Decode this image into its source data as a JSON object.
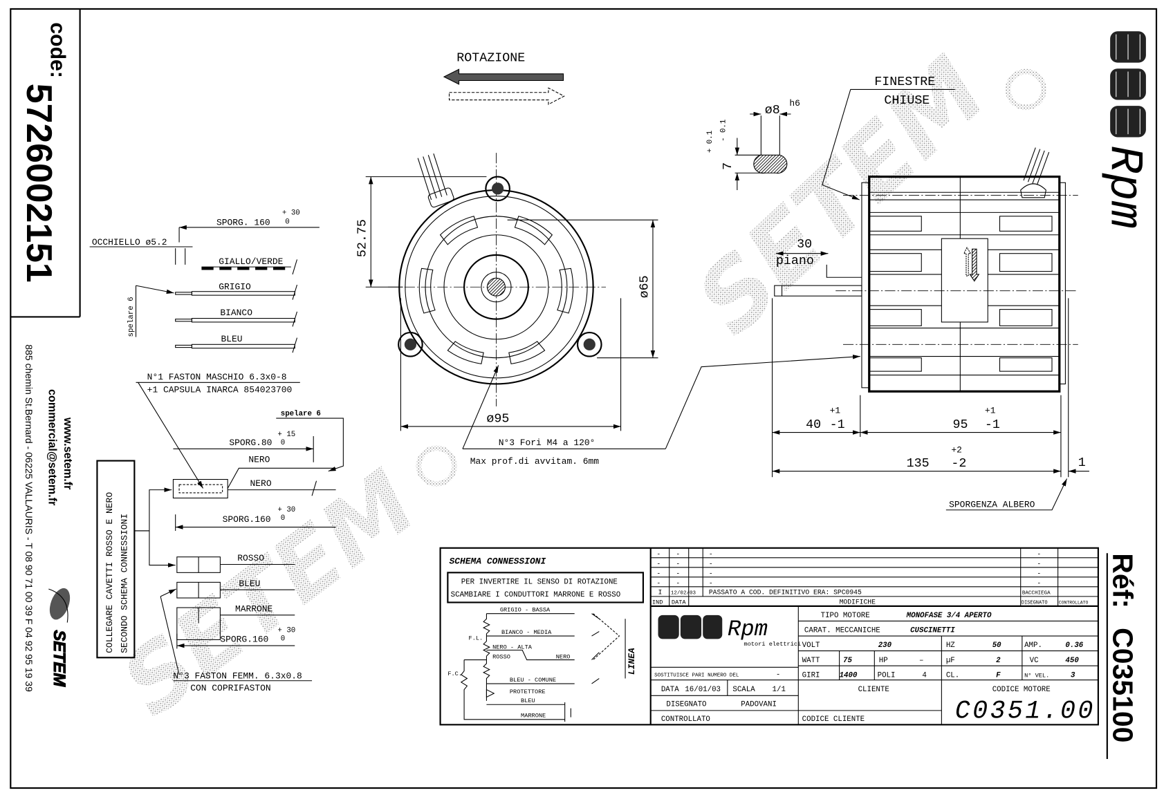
{
  "left_strip": {
    "code_label": "code:",
    "code_value": "5726002151",
    "website": "www.setem.fr",
    "email": "commercial@setem.fr",
    "address": "885 chemin St.Bernard - 06225 VALLAURIS - T 08 90 71 00 39  F 04 92 95 19 39",
    "brand": "SETEM"
  },
  "right_strip": {
    "logo_text": "Rpm",
    "ref_label": "Réf:",
    "ref_value": "C035100"
  },
  "watermark": {
    "text": "SETEM",
    "mark": "®"
  },
  "rotation": {
    "label": "ROTAZIONE"
  },
  "wires_top": {
    "sporg": "SPORG. 160",
    "sporg_tol_plus": "+ 30",
    "sporg_tol_minus": "0",
    "eyelet": "OCCHIELLO ø5.2",
    "strip": "spelare 6",
    "wires": [
      "GIALLO/VERDE",
      "GRIGIO",
      "BIANCO",
      "BLEU"
    ]
  },
  "connector_male": {
    "line1": "N°1 FASTON MASCHIO 6.3x0-8",
    "line2": "+1 CAPSULA INARCA 854023700",
    "strip": "spelare 6",
    "sporg80": "SPORG.80",
    "sporg80_plus": "+ 15",
    "sporg80_minus": "0",
    "wire1": "NERO",
    "wire2": "NERO",
    "sporg160": "SPORG.160",
    "sporg160_plus": "+ 30",
    "sporg160_minus": "0"
  },
  "note_box": {
    "line1": "COLLEGARE CAVETTI ROSSO E NERO",
    "line2": "SECONDO SCHEMA CONNESSIONI"
  },
  "connector_female": {
    "wires": [
      "ROSSO",
      "BLEU",
      "MARRONE"
    ],
    "sporg160": "SPORG.160",
    "sporg160_plus": "+ 30",
    "sporg160_minus": "0",
    "line1": "N°3 FASTON FEMM. 6.3x0.8",
    "line2": "CON COPRIFASTON"
  },
  "front_view": {
    "dim_height": "52.75",
    "dim_bolt_circle": "ø65",
    "dim_diameter": "ø95",
    "holes_note": "N°3 Fori M4 a 120°",
    "depth_note": "Max prof.di avvitam. 6mm"
  },
  "shaft_detail": {
    "diameter": "ø8",
    "fit": "h6",
    "flat": "7",
    "flat_tol_plus": "+ 0.1",
    "flat_tol_minus": "- 0.1"
  },
  "side_view": {
    "windows_line1": "FINESTRE",
    "windows_line2": "CHIUSE",
    "flat_length": "30",
    "flat_label": "piano",
    "dim_shaft": "40",
    "dim_shaft_plus": "+1",
    "dim_shaft_minus": "-1",
    "dim_body": "95",
    "dim_body_plus": "+1",
    "dim_body_minus": "-1",
    "dim_total": "135",
    "dim_total_plus": "+2",
    "dim_total_minus": "-2",
    "dim_protrusion": "1",
    "protrusion_label": "SPORGENZA ALBERO"
  },
  "title_block": {
    "schema_title": "SCHEMA CONNESSIONI",
    "invert_line1": "PER INVERTIRE IL SENSO DI ROTAZIONE",
    "invert_line2": "SCAMBIARE I CONDUTTORI MARRONE E ROSSO",
    "schema": {
      "grigio": "GRIGIO - BASSA",
      "bianco": "BIANCO - MEDIA",
      "nero": "NERO - ALTA",
      "rosso": "ROSSO",
      "nero2": "NERO",
      "bleu": "BLEU - COMUNE",
      "protettore": "PROTETTORE",
      "bleu2": "BLEU",
      "marrone": "MARRONE",
      "fl": "F.L.",
      "fc": "F.C.",
      "linea": "LINEA"
    },
    "revisions": [
      {
        "ind": "-",
        "data": "-",
        "text": "-",
        "drawn": "-",
        "checked": ""
      },
      {
        "ind": "-",
        "data": "-",
        "text": "-",
        "drawn": "-",
        "checked": ""
      },
      {
        "ind": "-",
        "data": "-",
        "text": "-",
        "drawn": "-",
        "checked": ""
      },
      {
        "ind": "-",
        "data": "-",
        "text": "-",
        "drawn": "-",
        "checked": ""
      },
      {
        "ind": "I",
        "data": "12/02/03",
        "text": "PASSATO A COD. DEFINITIVO ERA: SPC0945",
        "drawn": "BACCHIEGA",
        "checked": ""
      }
    ],
    "rev_headers": {
      "ind": "IND",
      "data": "DATA",
      "text": "MODIFICHE",
      "drawn": "DISEGNATO",
      "checked": "CONTROLLATO"
    },
    "logo_text": "Rpm",
    "logo_sub": "motori elettrici",
    "tipo_label": "TIPO MOTORE",
    "tipo_value": "MONOFASE 3/4 APERTO",
    "carat_label": "CARAT. MECCANICHE",
    "carat_value": "CUSCINETTI",
    "volt_label": "VOLT",
    "volt_value": "230",
    "hz_label": "HZ",
    "hz_value": "50",
    "amp_label": "AMP.",
    "amp_value": "0.36",
    "watt_label": "WATT",
    "watt_value": "75",
    "hp_label": "HP",
    "hp_value": "–",
    "uf_label": "µF",
    "uf_value": "2",
    "vc_label": "VC",
    "vc_value": "450",
    "giri_label": "GIRI",
    "giri_value": "1400",
    "poli_label": "POLI",
    "poli_value": "4",
    "cl_label": "CL.",
    "cl_value": "F",
    "vel_label": "N° VEL.",
    "vel_value": "3",
    "replaces_label": "SOSTITUISCE PARI NUMERO DEL",
    "replaces_value": "-",
    "date_label": "DATA",
    "date_value": "16/01/03",
    "scale_label": "SCALA",
    "scale_value": "1/1",
    "drawn_label": "DISEGNATO",
    "drawn_value": "PADOVANI",
    "checked_label": "CONTROLLATO",
    "client_label": "CLIENTE",
    "client_code_label": "CODICE CLIENTE",
    "motor_code_label": "CODICE MOTORE",
    "motor_code_value": "C0351.00"
  }
}
